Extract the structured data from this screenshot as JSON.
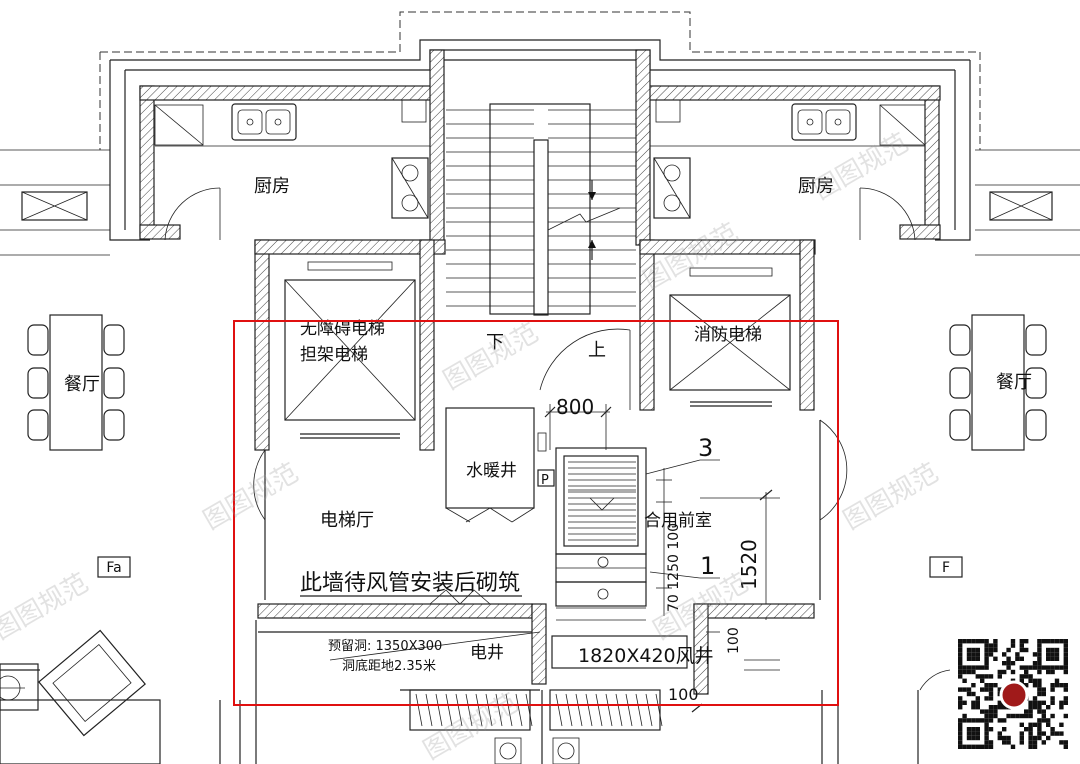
{
  "labels": {
    "kitchen_left": "厨房",
    "kitchen_right": "厨房",
    "dining_left": "餐厅",
    "dining_right": "餐厅",
    "elevator_accessible_1": "无障碍电梯",
    "elevator_accessible_2": "担架电梯",
    "fire_elevator": "消防电梯",
    "stair_down": "下",
    "stair_up": "上",
    "water_heating_shaft": "水暖井",
    "shared_anteroom": "合用前室",
    "elevator_hall": "电梯厅",
    "wall_note": "此墙待风管安装后砌筑",
    "electric_shaft": "电井",
    "reserved_hole": "预留洞: 1350X300",
    "hole_height": "洞底距地2.35米",
    "duct_size": "1820X420风井",
    "dim_800": "800",
    "dim_1520": "1520",
    "dim_100": "100",
    "dim_1000": "100",
    "index_3": "3",
    "index_1": "1",
    "vertical_dims": "70 1250 100",
    "letter_p": "P",
    "axis_left": "Fa",
    "axis_right": "F"
  },
  "watermark": "图图规范",
  "highlight_color": "#e01010"
}
